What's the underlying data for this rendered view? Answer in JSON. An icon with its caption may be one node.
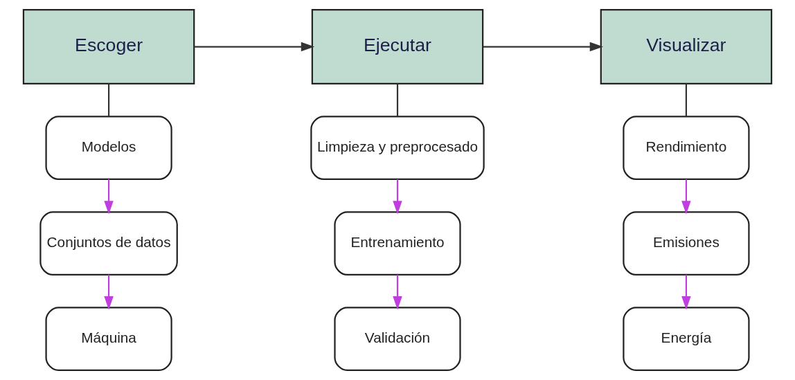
{
  "diagram": {
    "nodes": [
      {
        "text": [
          "Escoger"
        ]
      },
      {
        "text": [
          "Ejecutar"
        ]
      },
      {
        "text": [
          "Visualizar"
        ]
      },
      {
        "text": [
          "Modelos"
        ]
      },
      {
        "text": [
          "Conjuntos de datos"
        ]
      },
      {
        "text": [
          "Máquina"
        ]
      },
      {
        "text": [
          "Limpieza y preprocesado"
        ]
      },
      {
        "text": [
          "Entrenamiento"
        ]
      },
      {
        "text": [
          "Validación"
        ]
      },
      {
        "text": [
          "Rendimiento"
        ]
      },
      {
        "text": [
          "Emisiones"
        ]
      },
      {
        "text": [
          "Energía"
        ]
      }
    ],
    "edges": [
      {
        "from": 0,
        "to": 1,
        "arrow": "to",
        "color": "#333333"
      },
      {
        "from": 1,
        "to": 2,
        "arrow": "to",
        "color": "#333333"
      },
      {
        "from": 0,
        "to": 3,
        "arrow": "none",
        "color": "#333333"
      },
      {
        "from": 3,
        "to": 4,
        "arrow": "to"
      },
      {
        "from": 4,
        "to": 5,
        "arrow": "to"
      },
      {
        "from": 1,
        "to": 6,
        "arrow": "none",
        "color": "#333333"
      },
      {
        "from": 6,
        "to": 7,
        "arrow": "to"
      },
      {
        "from": 7,
        "to": 8,
        "arrow": "to"
      },
      {
        "from": 2,
        "to": 9,
        "arrow": "none",
        "color": "#333333"
      },
      {
        "from": 9,
        "to": 10,
        "arrow": "to"
      },
      {
        "from": 10,
        "to": 11,
        "arrow": "to"
      }
    ]
  }
}
